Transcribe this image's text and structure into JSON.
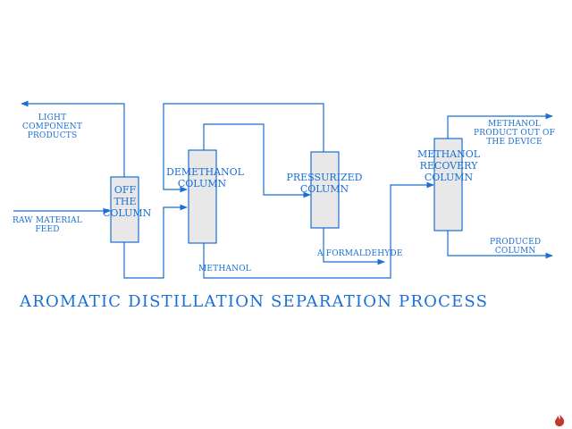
{
  "colors": {
    "line": "#1a6fd4",
    "column_fill": "#e8e8e8",
    "logo": "#c0392b"
  },
  "labels": {
    "light_products": "LIGHT\nCOMPONENT\nPRODUCTS",
    "raw_feed": "RAW MATERIAL\nFEED",
    "off_column": "OFF\nTHE\nCOLUMN",
    "demethanol": "DEMETHANOL\nCOLUMN",
    "methanol_bottom": "METHANOL",
    "pressurized": "PRESSURIZED\nCOLUMN",
    "formaldehyde": "A FORMALDEHYDE",
    "methanol_recovery": "METHANOL\nRECOVERY\nCOLUMN",
    "methanol_product": "METHANOL\nPRODUCT OUT OF\nTHE DEVICE",
    "produced_column": "PRODUCED\nCOLUMN"
  },
  "title": "AROMATIC DISTILLATION SEPARATION PROCESS",
  "logo_icon": "fire-icon"
}
